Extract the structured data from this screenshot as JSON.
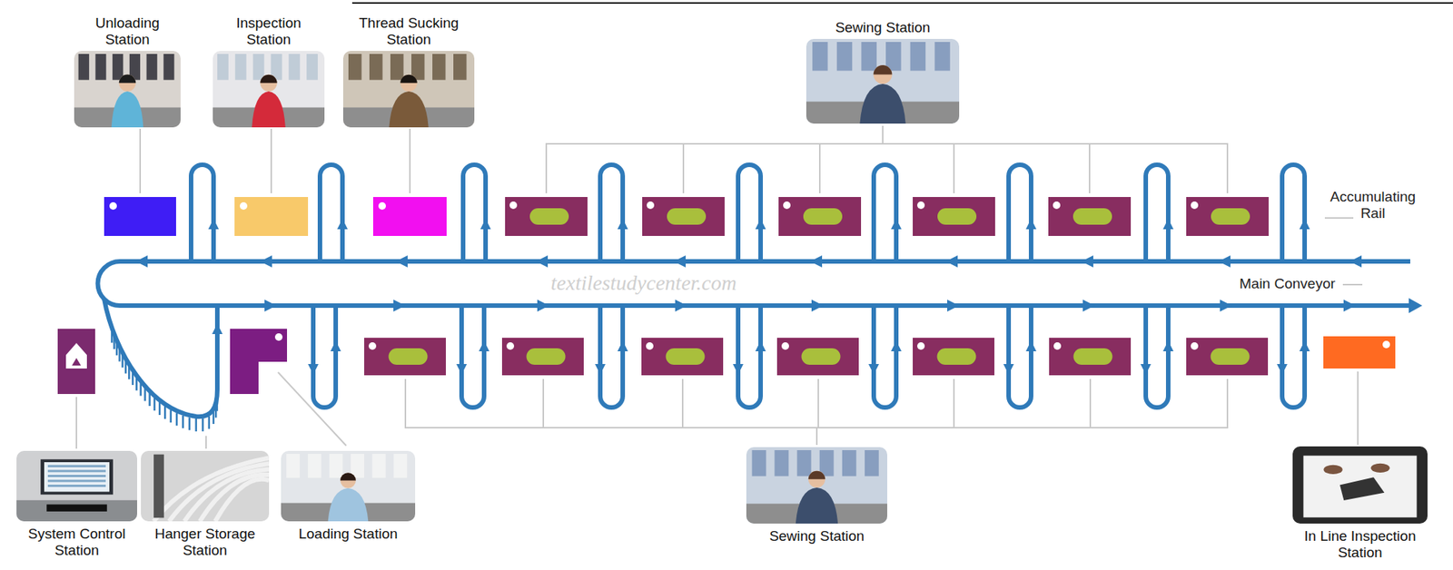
{
  "diagram": {
    "nodes": [
      {
        "text": [
          "Unloading Station"
        ]
      },
      {
        "text": [
          "Inspection Station"
        ]
      },
      {
        "text": [
          "Thread Sucking Station"
        ]
      },
      {
        "text": [
          "Sewing Station"
        ]
      },
      {
        "text": [
          "System Control Station"
        ]
      },
      {
        "text": [
          "Hanger Storage Station"
        ]
      },
      {
        "text": [
          "Loading Station"
        ]
      },
      {
        "text": [
          "Sewing Station"
        ]
      },
      {
        "text": [
          "In Line Inspection Station"
        ]
      }
    ],
    "labels": [
      "Accumulating Rail",
      "Main Conveyor",
      "textilestudycenter.com"
    ]
  }
}
